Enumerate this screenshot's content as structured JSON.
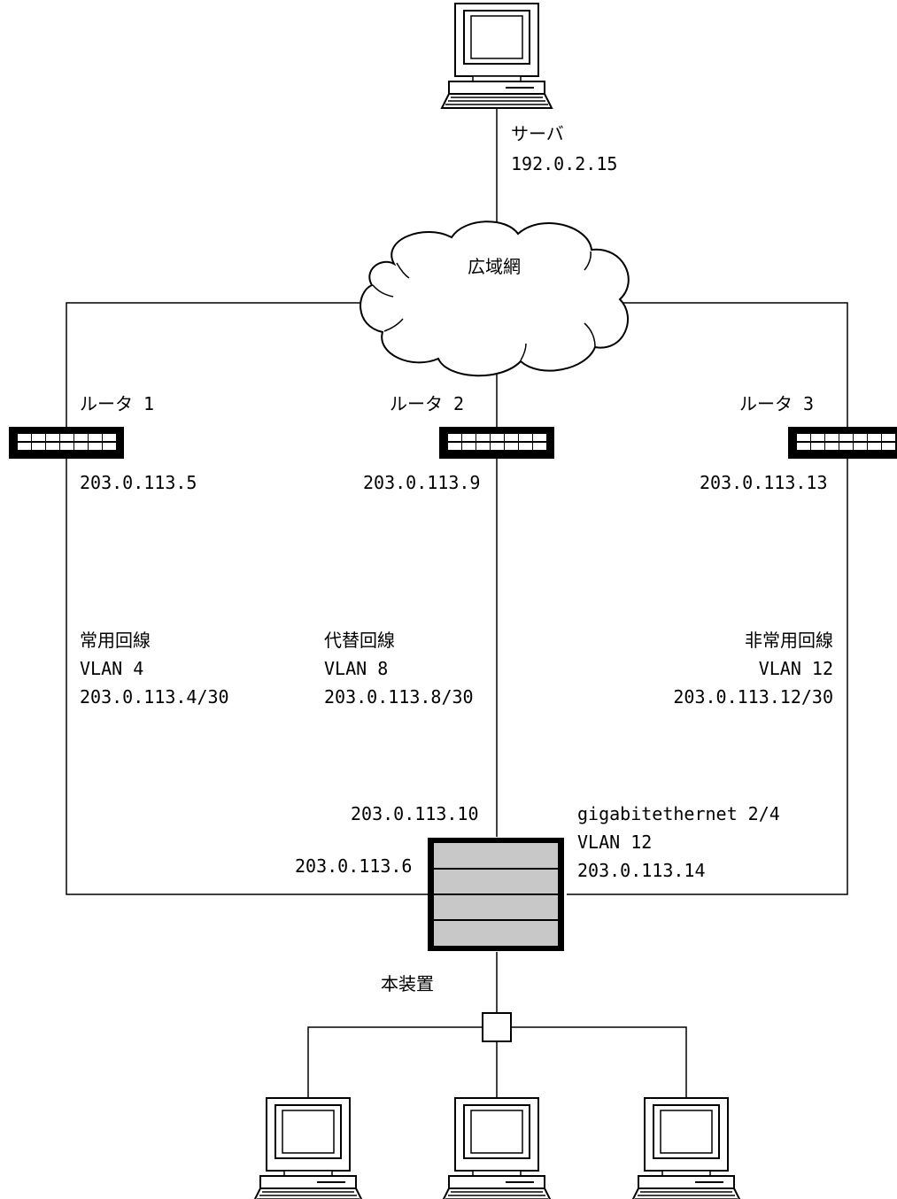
{
  "server": {
    "name": "サーバ",
    "ip": "192.0.2.15"
  },
  "wan": {
    "label": "広域網"
  },
  "routers": [
    {
      "name": "ルータ 1",
      "ip": "203.0.113.5"
    },
    {
      "name": "ルータ 2",
      "ip": "203.0.113.9"
    },
    {
      "name": "ルータ 3",
      "ip": "203.0.113.13"
    }
  ],
  "lines": [
    {
      "name": "常用回線",
      "vlan": "VLAN 4",
      "subnet": "203.0.113.4/30"
    },
    {
      "name": "代替回線",
      "vlan": "VLAN 8",
      "subnet": "203.0.113.8/30"
    },
    {
      "name": "非常用回線",
      "vlan": "VLAN 12",
      "subnet": "203.0.113.12/30"
    }
  ],
  "device": {
    "name": "本装置",
    "ip_vlan4": "203.0.113.6",
    "ip_vlan8": "203.0.113.10",
    "port": "gigabitethernet 2/4",
    "port_vlan": "VLAN 12",
    "ip_vlan12": "203.0.113.14"
  }
}
